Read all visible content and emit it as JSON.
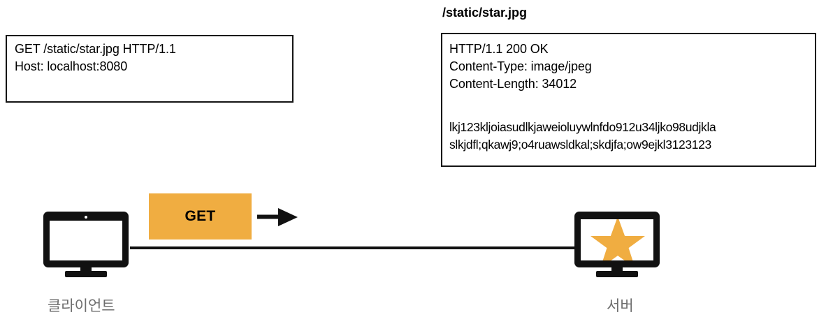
{
  "diagram": {
    "request": {
      "box_label": "http-request-box",
      "text": "GET /static/star.jpg HTTP/1.1\nHost: localhost:8080"
    },
    "response": {
      "title": "/static/star.jpg",
      "headers": "HTTP/1.1 200 OK\nContent-Type: image/jpeg\nContent-Length: 34012",
      "body": "lkj123kljoiasudlkjaweioluywlnfdo912u34ljko98udjkla\nslkjdfl;qkawj9;o4ruawsldkal;skdjfa;ow9ejkl3123123"
    },
    "arrow": {
      "method_label": "GET",
      "direction": "client-to-server",
      "icon": "arrow-right-icon"
    },
    "nodes": [
      {
        "id": "client",
        "caption": "클라이언트",
        "icon": "monitor-icon",
        "screen_content": "blank"
      },
      {
        "id": "server",
        "caption": "서버",
        "icon": "monitor-icon",
        "screen_content": "star-icon"
      }
    ],
    "colors": {
      "accent_orange": "#f0ad41",
      "ink_black": "#111111",
      "caption_gray": "#6e6e6e",
      "background": "#ffffff"
    }
  }
}
